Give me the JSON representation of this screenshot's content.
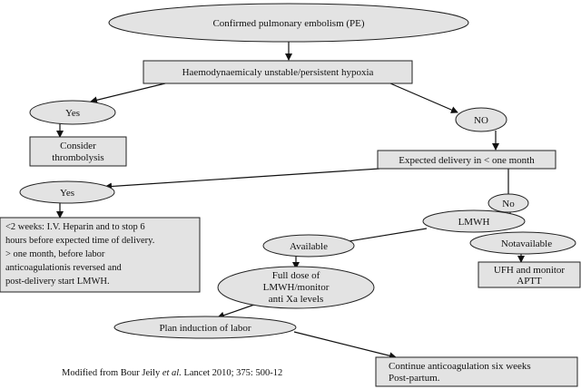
{
  "diagram": {
    "nodes": {
      "confirmed_pe": "Confirmed pulmonary embolism (PE)",
      "unstable": "Haemodynaemicaly unstable/persistent hypoxia",
      "yes_1": "Yes",
      "no_1": "NO",
      "thrombolysis": [
        "Consider",
        "thrombolysis"
      ],
      "expected_delivery": "Expected delivery in < one month",
      "yes_2": "Yes",
      "no_2": "No",
      "heparin_note": [
        "<2 weeks: I.V. Heparin and to stop 6",
        "hours before expected time of delivery.",
        "> one month, before labor",
        "anticoagulationis reversed and",
        "post-delivery start LMWH."
      ],
      "lmwh": "LMWH",
      "available": "Available",
      "not_available": "Notavailable",
      "ufh": [
        "UFH and monitor",
        "APTT"
      ],
      "full_dose": [
        "Full dose of",
        "LMWH/monitor",
        "anti Xa levels"
      ],
      "plan_induction": "Plan induction of labor",
      "continue": [
        "Continue anticoagulation six weeks",
        "Post-partum."
      ]
    },
    "caption": {
      "before": "Modified from Bour Jeily ",
      "etal": "et al.",
      "after": " Lancet 2010; 375: 500-12"
    }
  }
}
